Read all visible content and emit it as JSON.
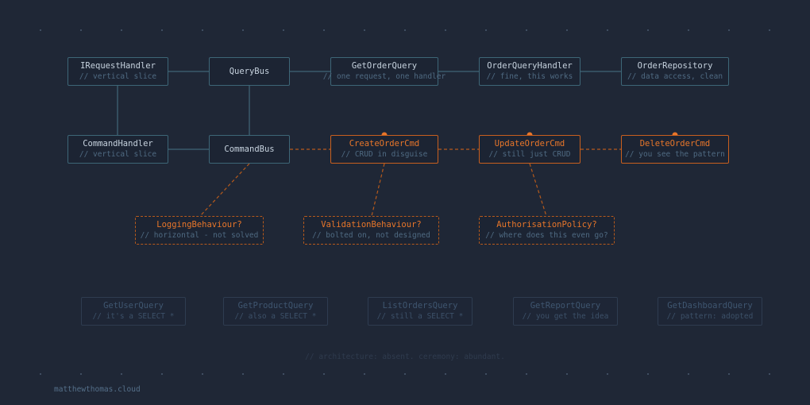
{
  "nodes": {
    "irequesthandler": {
      "title": "IRequestHandler",
      "comment": "// vertical slice"
    },
    "querybus": {
      "title": "QueryBus",
      "comment": ""
    },
    "getorderquery": {
      "title": "GetOrderQuery",
      "comment": "// one request, one handler"
    },
    "orderqueryhandler": {
      "title": "OrderQueryHandler",
      "comment": "// fine, this works"
    },
    "orderrepository": {
      "title": "OrderRepository",
      "comment": "// data access, clean"
    },
    "commandhandler": {
      "title": "CommandHandler",
      "comment": "// vertical slice"
    },
    "commandbus": {
      "title": "CommandBus",
      "comment": ""
    },
    "createordercmd": {
      "title": "CreateOrderCmd",
      "comment": "// CRUD in disguise"
    },
    "updateordercmd": {
      "title": "UpdateOrderCmd",
      "comment": "// still just CRUD"
    },
    "deleteordercmd": {
      "title": "DeleteOrderCmd",
      "comment": "// you see the pattern"
    },
    "loggingbehaviour": {
      "title": "LoggingBehaviour?",
      "comment": "// horizontal - not solved"
    },
    "validationbehaviour": {
      "title": "ValidationBehaviour?",
      "comment": "// bolted on, not designed"
    },
    "authorisationpolicy": {
      "title": "AuthorisationPolicy?",
      "comment": "// where does this even go?"
    },
    "getuserquery": {
      "title": "GetUserQuery",
      "comment": "// it's a SELECT *"
    },
    "getproductquery": {
      "title": "GetProductQuery",
      "comment": "// also a SELECT *"
    },
    "listordersquery": {
      "title": "ListOrdersQuery",
      "comment": "// still a SELECT *"
    },
    "getreportquery": {
      "title": "GetReportQuery",
      "comment": "// you get the idea"
    },
    "getdashboardquery": {
      "title": "GetDashboardQuery",
      "comment": "// pattern: adopted"
    }
  },
  "footer_note": "// architecture: absent. ceremony: abundant.",
  "brand": "matthewthomas.cloud",
  "colors": {
    "background": "#1f2736",
    "teal_border": "#3d6677",
    "orange_accent": "#e8762a",
    "line": "#3a5a6c",
    "dots": "#4a5a70"
  }
}
